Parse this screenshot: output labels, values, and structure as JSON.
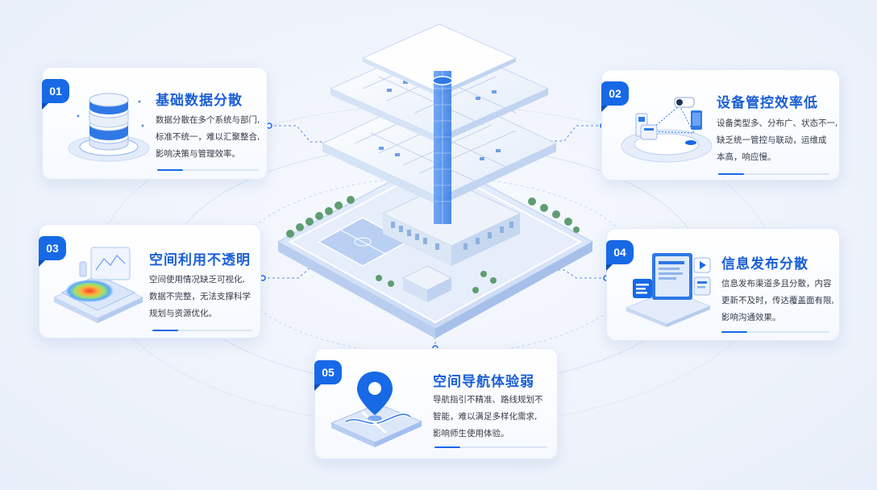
{
  "cards": [
    {
      "id": "01",
      "title": "基础数据分散",
      "lines": [
        "数据分散在多个系统与部门,",
        "标准不统一，难以汇聚整合,",
        "影响决策与管理效率。"
      ],
      "icon": "database-icon"
    },
    {
      "id": "02",
      "title": "设备管控效率低",
      "lines": [
        "设备类型多、分布广、状态不一,",
        "缺乏统一管控与联动，运维成",
        "本高，响应慢。"
      ],
      "icon": "device-camera-icon"
    },
    {
      "id": "03",
      "title": "空间利用不透明",
      "lines": [
        "空间使用情况缺乏可视化,",
        "数据不完整，无法支撑科学",
        "规划与资源优化。"
      ],
      "icon": "heatmap-icon"
    },
    {
      "id": "04",
      "title": "信息发布分散",
      "lines": [
        "信息发布渠道多且分散，内容",
        "更新不及时，传达覆盖面有限,",
        "影响沟通效果。"
      ],
      "icon": "info-screen-icon"
    },
    {
      "id": "05",
      "title": "空间导航体验弱",
      "lines": [
        "导航指引不精准、路线规划不",
        "智能，难以满足多样化需求,",
        "影响师生使用体验。"
      ],
      "icon": "map-pin-icon"
    }
  ],
  "colors": {
    "accent": "#1769e6",
    "title": "#1a5fd6",
    "text": "#333b48"
  }
}
